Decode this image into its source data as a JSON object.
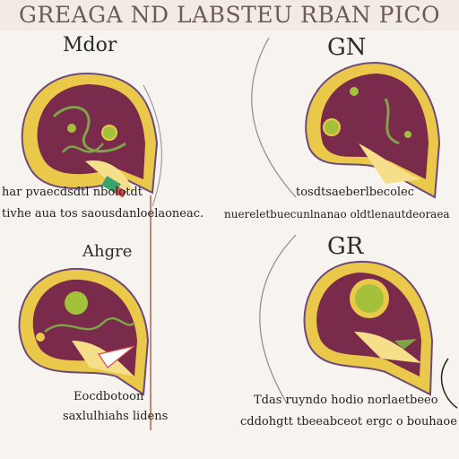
{
  "header": {
    "title": "GREAGA ND LABSTEU RBAN PICO"
  },
  "quadrants": [
    {
      "label": "Mdor",
      "caption_lines": [
        "har pvaecdsdtl nbolotdt",
        "tivhe aua tos saousdanloelaoneac."
      ]
    },
    {
      "label": "GN",
      "caption_lines": [
        "tosdtsaeberlbecolec",
        "nuereletbuecunlnanao oldtlenautdeoraea"
      ]
    },
    {
      "label": "Ahgre",
      "caption_lines": [
        "Eocdbotoon",
        "saxlulhiahs lidens"
      ]
    },
    {
      "label": "GR",
      "caption_lines": [
        "Tdas ruyndo hodio norlaetbeeo",
        "cddohgtt tbeeabceot ergc o bouhaoe"
      ]
    }
  ],
  "colors": {
    "background": "#f7f3ee",
    "rim": "#e9c84a",
    "rim_inner": "#f5df8a",
    "cortex": "#7a2a4a",
    "vessels": "#7fa347",
    "bulb": "#a3c13b",
    "outline": "#6d4a7a",
    "arc": "#8c8a95",
    "guide_line": "#b04a3a"
  }
}
